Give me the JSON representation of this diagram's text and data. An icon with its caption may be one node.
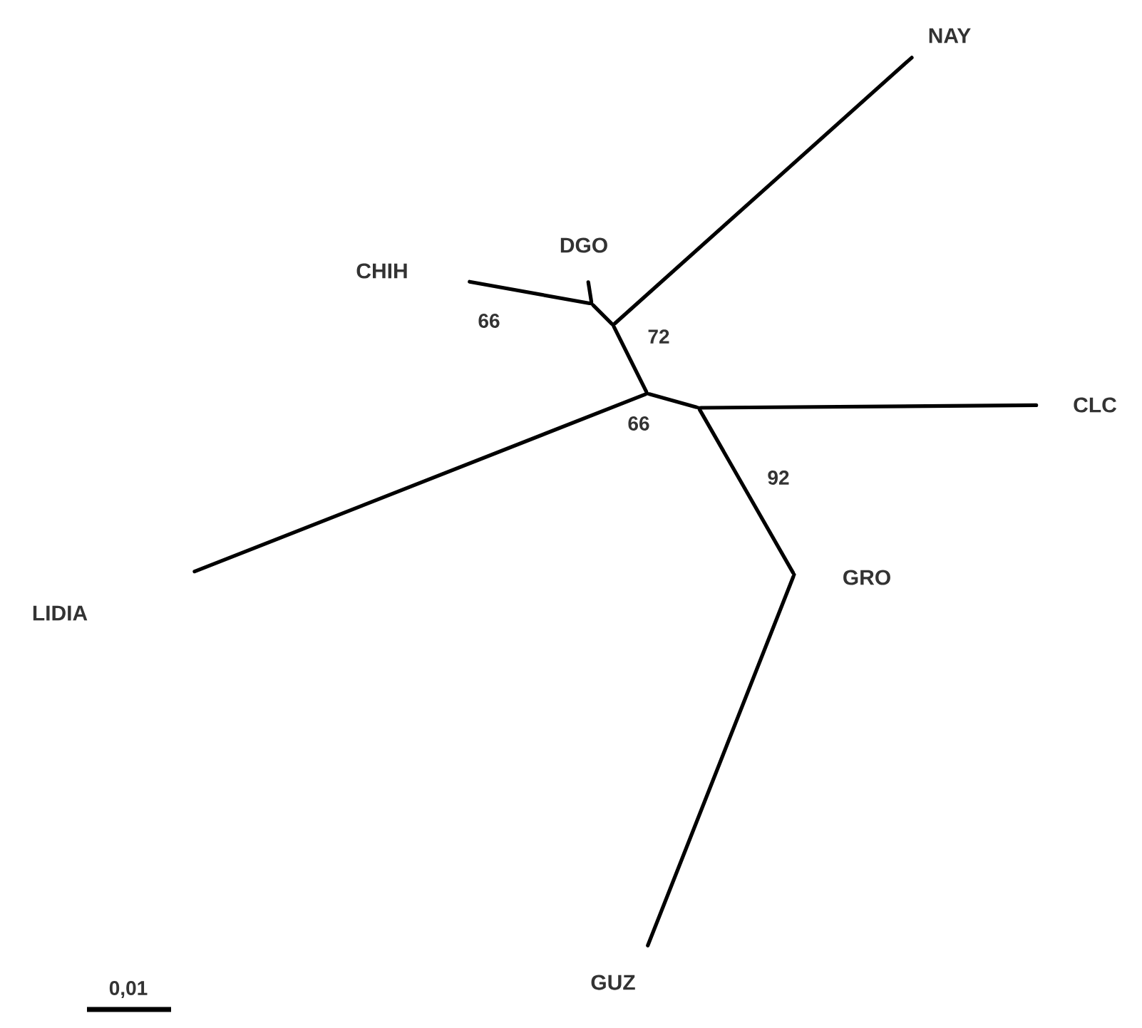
{
  "diagram": {
    "nodes": [
      {
        "text": [
          "NAY"
        ]
      },
      {
        "text": [
          "DGO"
        ]
      },
      {
        "text": [
          "CHIH"
        ]
      },
      {
        "text": [],
        "shape": "point"
      },
      {
        "text": [],
        "shape": "point"
      },
      {
        "text": [],
        "shape": "point"
      },
      {
        "text": [],
        "shape": "point"
      },
      {
        "text": [
          "CLC"
        ]
      },
      {
        "text": [],
        "shape": "point",
        "beside": [
          "GRO"
        ]
      },
      {
        "text": [
          "LIDIA"
        ]
      },
      {
        "text": [
          "GUZ"
        ]
      }
    ],
    "edges": [
      {
        "from": 4,
        "to": 0,
        "arrow": "none"
      },
      {
        "from": 3,
        "to": 1,
        "arrow": "none"
      },
      {
        "from": 3,
        "to": 2,
        "arrow": "none"
      },
      {
        "from": 3,
        "to": 4,
        "arrow": "none"
      },
      {
        "from": 4,
        "to": 5,
        "arrow": "none"
      },
      {
        "from": 5,
        "to": 9,
        "arrow": "none"
      },
      {
        "from": 5,
        "to": 6,
        "arrow": "none"
      },
      {
        "from": 6,
        "to": 7,
        "arrow": "none"
      },
      {
        "from": 6,
        "to": 8,
        "arrow": "none"
      },
      {
        "from": 8,
        "to": 10,
        "arrow": "none"
      }
    ],
    "labels": [
      "66",
      "72",
      "66",
      "92",
      "0,01"
    ]
  }
}
